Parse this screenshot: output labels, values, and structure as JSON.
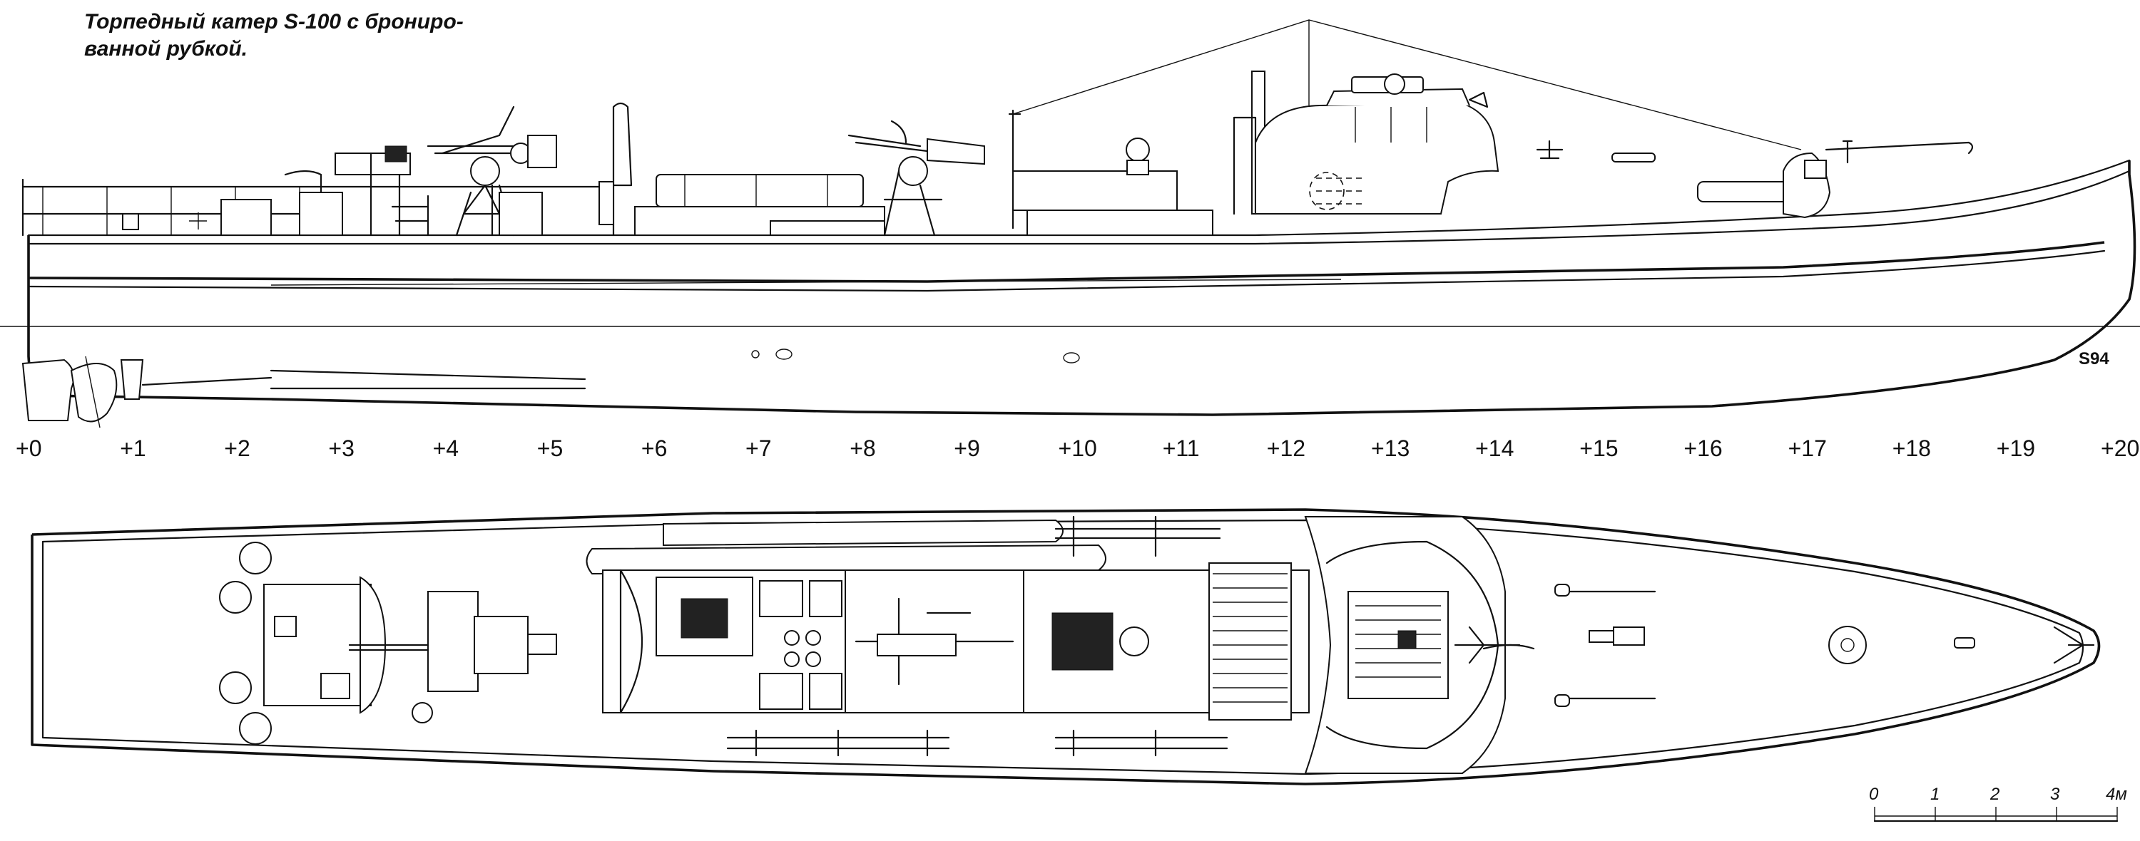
{
  "caption": {
    "line1": "Торпедный катер S-100 с брониро-",
    "line2": "ванной рубкой."
  },
  "signature": "S94",
  "stations": [
    "+0",
    "+1",
    "+2",
    "+3",
    "+4",
    "+5",
    "+6",
    "+7",
    "+8",
    "+9",
    "+10",
    "+11",
    "+12",
    "+13",
    "+14",
    "+15",
    "+16",
    "+17",
    "+18",
    "+19",
    "+20"
  ],
  "scale_bar": {
    "labels": [
      "0",
      "1",
      "2",
      "3"
    ],
    "end_label": "4м"
  }
}
